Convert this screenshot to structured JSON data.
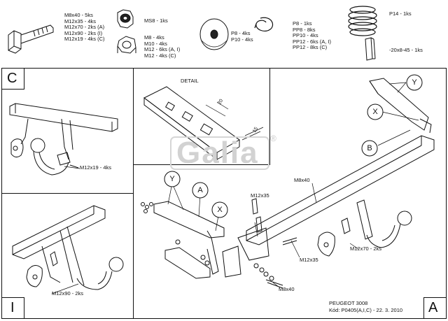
{
  "hardware": {
    "bolts": [
      "M8x40 - 5ks",
      "M12x35 - 4ks",
      "M12x70 - 2ks (A)",
      "M12x90 - 2ks (I)",
      "M12x19 - 4ks (C)"
    ],
    "self_lock_nut": "MS8 - 1ks",
    "nuts": [
      "M8 - 4ks",
      "M10 - 4ks",
      "M12 - 6ks (A, I)",
      "M12 - 4ks (C)"
    ],
    "washers": [
      "P8 - 4ks",
      "P10 - 4ks"
    ],
    "spring_washers": [
      "P8 - 1ks",
      "PP8 - 8ks",
      "PP10 - 4ks",
      "PP12 - 6ks (A, I)",
      "PP12 - 8ks (C)"
    ],
    "spring": "P14 - 1ks",
    "spacer": "-20x8-45 - 1ks"
  },
  "panels": {
    "c": {
      "letter": "C",
      "bolt_label": "M12x19 - 4ks"
    },
    "i": {
      "letter": "I",
      "bolt_label": "M12x90 - 2ks"
    },
    "detail": {
      "title": "DETAIL",
      "dim_1": "20",
      "dim_2": "15"
    },
    "a": {
      "letter": "A"
    }
  },
  "callouts": {
    "y": "Y",
    "x": "X",
    "a": "A",
    "b": "B"
  },
  "main_labels": {
    "m12x35": "M12x35",
    "m8x40_top": "M8x40",
    "m12x70": "M12x70 - 2ks",
    "m12x35_low": "M12x35",
    "m8x40_low": "M8x40"
  },
  "brand": {
    "logo": "Galia",
    "reg": "®"
  },
  "footer": {
    "model": "PEUGEOT 3008",
    "code": "Kód: P0405(A,I,C) - 22. 3. 2010"
  }
}
